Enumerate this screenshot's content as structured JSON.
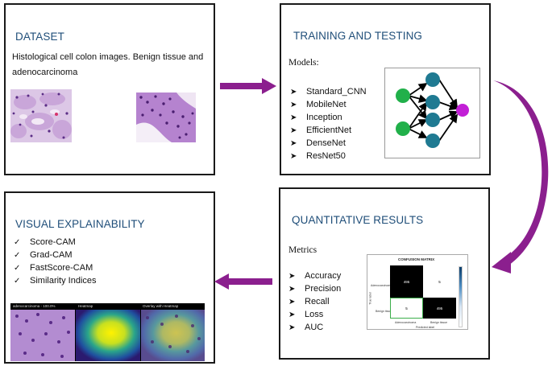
{
  "dataset": {
    "title": "DATASET",
    "description": "Histological cell colon images. Benign tissue and adenocarcinoma"
  },
  "training": {
    "title": "TRAINING AND TESTING",
    "models_label": "Models:",
    "models": [
      "Standard_CNN",
      "MobileNet",
      "Inception",
      "EfficientNet",
      "DenseNet",
      "ResNet50"
    ]
  },
  "quantitative": {
    "title": "QUANTITATIVE RESULTS",
    "metrics_label": "Metrics",
    "metrics": [
      "Accuracy",
      "Precision",
      "Recall",
      "Loss",
      "AUC"
    ],
    "matrix": {
      "title": "CONFUSION MATRIX",
      "cells": [
        "495",
        "5",
        "5",
        "495"
      ],
      "row_labels": [
        "Adenocarcinoma",
        "Benign tissue"
      ],
      "col_labels": [
        "Adenocarcinoma",
        "Benign tissue"
      ],
      "xlabel": "Predicted label",
      "ylabel": "True label"
    }
  },
  "visual": {
    "title": "VISUAL EXPLAINABILITY",
    "items": [
      "Score-CAM",
      "Grad-CAM",
      "FastScore-CAM",
      "Similarity Indices"
    ],
    "strip_labels": [
      "adenocarcinoma - 100.0%",
      "Heatmap",
      "Overlay with Heatmap"
    ]
  },
  "colors": {
    "title": "#1f4e79",
    "arrow": "#8b1f8e",
    "node_blue": "#1f7a92",
    "node_green": "#21b04a",
    "node_magenta": "#c21fd6"
  }
}
